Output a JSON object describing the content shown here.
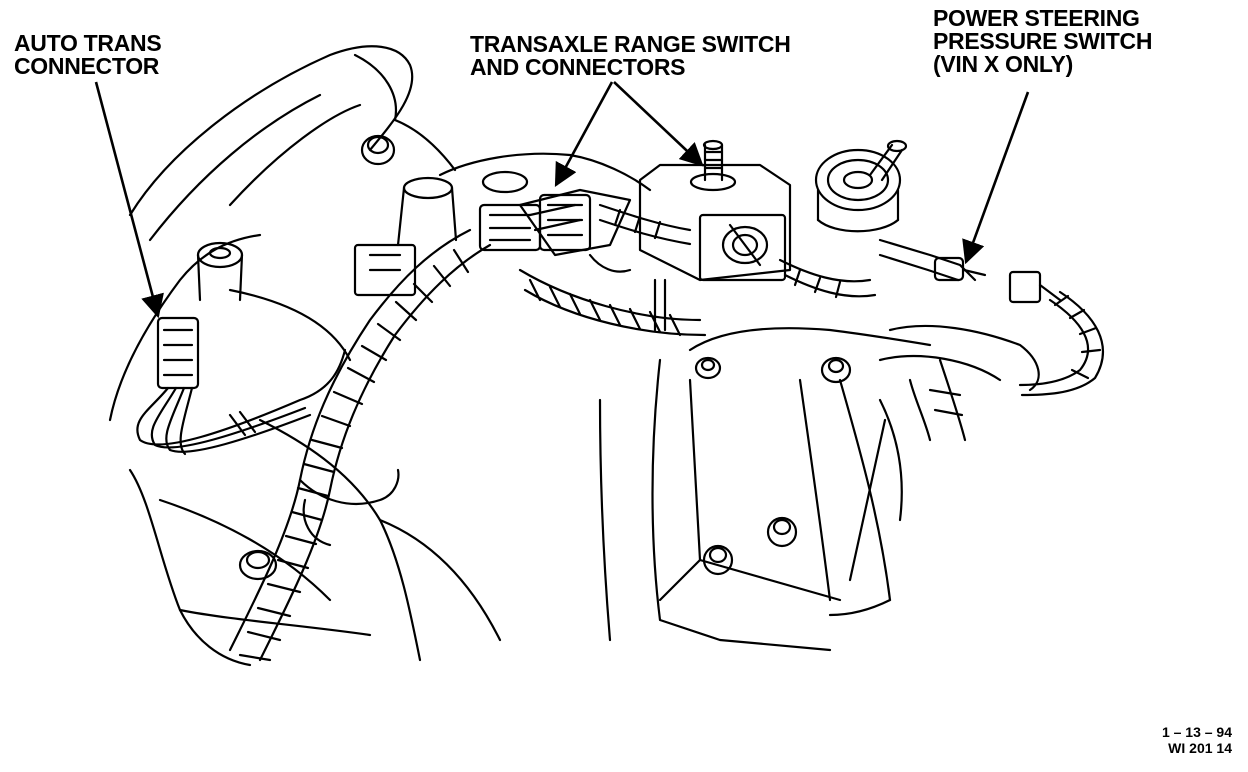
{
  "labels": {
    "auto_trans_connector": [
      "AUTO TRANS",
      "CONNECTOR"
    ],
    "transaxle_range_switch": [
      "TRANSAXLE RANGE SWITCH",
      "AND CONNECTORS"
    ],
    "power_steering_pressure_switch": [
      "POWER STEERING",
      "PRESSURE SWITCH",
      "(VIN X ONLY)"
    ]
  },
  "stamp": {
    "date": "1 – 13 – 94",
    "code": "WI 201 14"
  },
  "colors": {
    "ink": "#000000",
    "paper": "#ffffff"
  }
}
